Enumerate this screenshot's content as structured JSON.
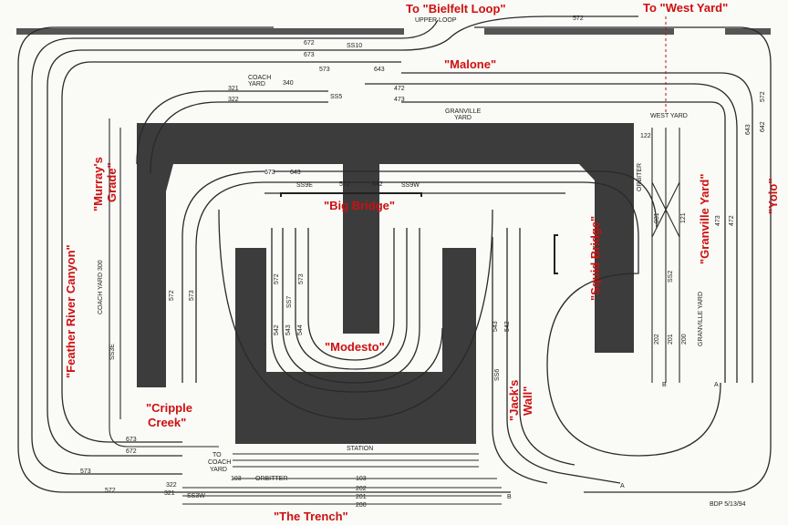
{
  "red_labels": {
    "bielfelt": "To \"Bielfelt Loop\"",
    "west_yard_to": "To \"West Yard\"",
    "malone": "\"Malone\"",
    "murrays": "\"Murray's",
    "grade": "Grade\"",
    "big_bridge": "\"Big Bridge\"",
    "feather": "\"Feather River Canyon\"",
    "squid": "\"Squid Bridge\"",
    "granville_yard": "\"Granville Yard\"",
    "yolo": "\"Yolo\"",
    "modesto": "\"Modesto\"",
    "cripple": "\"Cripple",
    "creek": "Creek\"",
    "jacks": "\"Jack's",
    "wall": "Wall\"",
    "trench": "\"The Trench\""
  },
  "track_labels": {
    "upper_loop": "UPPER LOOP",
    "t572_top": "572",
    "t672_top": "672",
    "ss10": "SS10",
    "t673_top": "673",
    "t573": "573",
    "t643_top": "643",
    "coach_yard": "COACH",
    "coach_yard2": "YARD",
    "t340": "340",
    "t321": "321",
    "t322": "322",
    "ss5": "SS5",
    "t472": "472",
    "t473": "473",
    "granville": "GRANVILLE",
    "granville_yard": "YARD",
    "west_yard": "WEST YARD",
    "t122": "122",
    "orbiter_v": "ORBITER",
    "t673_mid": "673",
    "t643_mid": "643",
    "ss9e": "SS9E",
    "t572_mid": "572",
    "t642": "642",
    "ss9w": "SS9W",
    "station": "STATION",
    "to": "TO",
    "coach": "COACH",
    "yard": "YARD",
    "t103": "103",
    "orbitter": "ORBITTER",
    "t103b": "103",
    "t202": "202",
    "t201": "201",
    "t200": "200",
    "b_bottom": "B",
    "a_bottom": "A",
    "t322b": "322",
    "t321b": "321",
    "ss3w": "SS3W",
    "t673_bl": "673",
    "t672_bl": "672",
    "t573_bl": "573",
    "t572_bl": "572",
    "b_right": "B",
    "a_right": "A",
    "signature": "BDP 5/13/94",
    "coach_yard_v": "COACH YARD 300",
    "ss3e_v": "SS3E",
    "v572a": "572",
    "v573a": "573",
    "v572b": "572",
    "v573b": "573",
    "ss7": "SS7",
    "v542": "542",
    "v543": "543",
    "v544": "544",
    "v543b": "543",
    "v542b": "542",
    "ss6": "SS6",
    "v031": "031",
    "v121": "121",
    "ss2": "SS2",
    "v473": "473",
    "v472": "472",
    "v643": "643",
    "v572r": "572",
    "v642": "642",
    "granville_yard_v": "GRANVILLE YARD",
    "v202": "202",
    "v201": "201",
    "v200": "200"
  }
}
